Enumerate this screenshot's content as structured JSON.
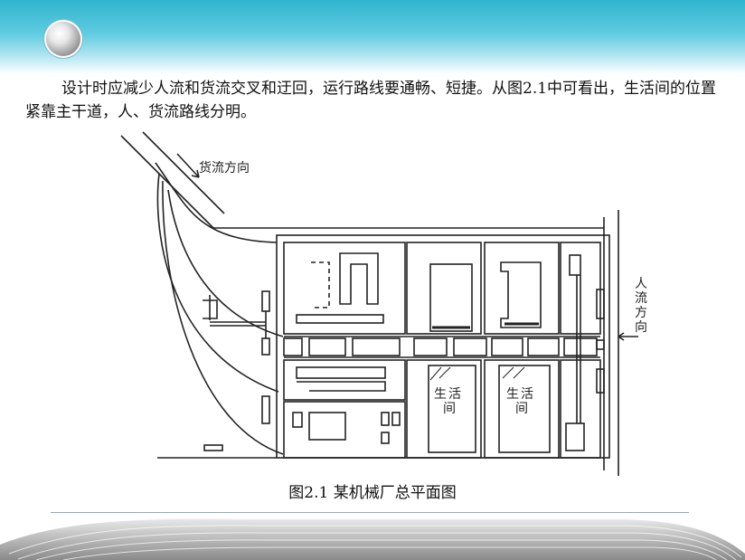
{
  "slide": {
    "paragraph": "设计时应减少人流和货流交叉和迂回，运行路线要通畅、短捷。从图2.1中可看出，生活间的位置紧靠主干道，人、货流路线分明。",
    "caption": "图2.1  某机械厂总平面图"
  },
  "figure": {
    "freight_label": "货流方向",
    "people_label_chars": [
      "人",
      "流",
      "方",
      "向"
    ],
    "living_room_1": [
      "生",
      "活",
      "间"
    ],
    "living_room_2": [
      "生",
      "活",
      "间"
    ]
  },
  "colors": {
    "header": "#2fb5cf",
    "line": "#222222"
  }
}
